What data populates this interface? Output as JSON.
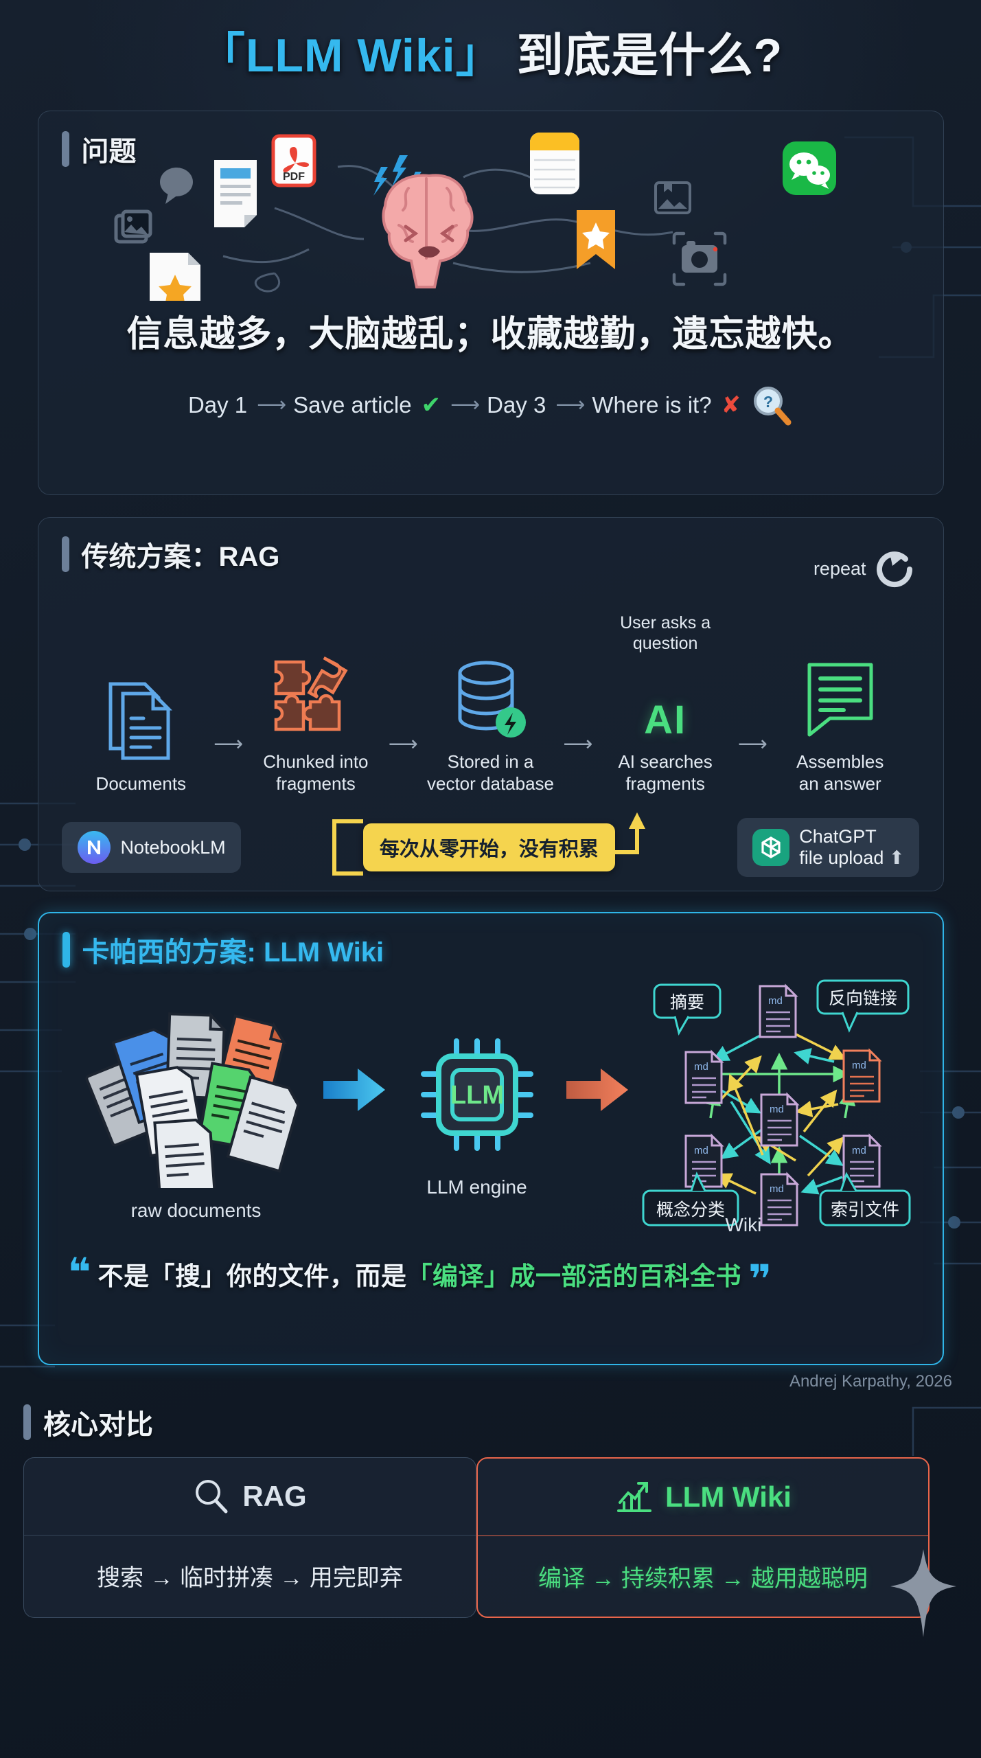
{
  "title": {
    "bracket_open": "「",
    "brand": "LLM Wiki",
    "bracket_close": "」",
    "rest": "到底是什么?"
  },
  "colors": {
    "accent_cyan": "#35b9ef",
    "accent_green": "#4ade80",
    "accent_orange": "#e8654a",
    "note_yellow": "#f5d44e",
    "bg": "#0d1520"
  },
  "section_problem": {
    "heading": "问题",
    "icons": [
      "comment-bubble-icon",
      "image-placeholder-icon",
      "text-document-icon",
      "pdf-file-icon",
      "star-document-icon",
      "notes-app-icon",
      "wechat-icon",
      "photo-broken-icon",
      "bookmark-star-icon",
      "camera-icon",
      "brain-icon"
    ],
    "headline": "信息越多，大脑越乱；收藏越勤，遗忘越快。",
    "timeline": [
      {
        "label": "Day 1",
        "mark": ""
      },
      {
        "label": "Save article",
        "mark": "✔"
      },
      {
        "label": "Day 3",
        "mark": ""
      },
      {
        "label": "Where is it?",
        "mark": "✘"
      }
    ],
    "timeline_arrow": "⟶",
    "timeline_end_icon": "magnifier-question-icon"
  },
  "section_rag": {
    "heading": "传统方案：RAG",
    "repeat_label": "repeat",
    "repeat_icon": "refresh-loop-icon",
    "flow": [
      {
        "top": "",
        "icon": "documents-icon",
        "label": "Documents"
      },
      {
        "top": "",
        "icon": "puzzle-pieces-icon",
        "label": "Chunked into\nfragments"
      },
      {
        "top": "",
        "icon": "vector-database-icon",
        "label": "Stored in a\nvector database"
      },
      {
        "top": "User asks a\nquestion",
        "icon": "ai-text-icon",
        "label": "AI searches\nfragments"
      },
      {
        "top": "",
        "icon": "speech-bubble-lines-icon",
        "label": "Assembles\nan answer"
      }
    ],
    "flow_arrow": "⟶",
    "badge_left": {
      "icon": "notebooklm-icon",
      "label": "NotebookLM"
    },
    "note": "每次从零开始，没有积累",
    "badge_right": {
      "icon": "chatgpt-icon",
      "line1": "ChatGPT",
      "line2": "file upload",
      "suffix_icon": "upload-icon"
    }
  },
  "section_wiki": {
    "heading_cn": "卡帕西的方案",
    "heading_sep": ": ",
    "heading_en": "LLM Wiki",
    "raw_label": "raw documents",
    "engine_chip_text": "LLM",
    "engine_label": "LLM engine",
    "graph_label": "Wiki",
    "node_text": "md",
    "callouts": [
      {
        "name": "summary",
        "text": "摘要"
      },
      {
        "name": "backlinks",
        "text": "反向链接"
      },
      {
        "name": "concept-taxonomy",
        "text": "概念分类"
      },
      {
        "name": "index-file",
        "text": "索引文件"
      }
    ],
    "quote_open": "❝",
    "quote_close": "❞",
    "quote_part1": "不是「搜」你的文件，而是",
    "quote_part2": "「编译」成一部活的百科全书",
    "attribution": "Andrej Karpathy, 2026"
  },
  "section_compare": {
    "heading": "核心对比",
    "left": {
      "icon": "magnifier-icon",
      "title": "RAG",
      "row": "搜索 → 临时拼凑 → 用完即弃"
    },
    "right": {
      "icon": "growth-chart-icon",
      "title": "LLM Wiki",
      "row": "编译 → 持续积累 → 越用越聪明"
    }
  }
}
